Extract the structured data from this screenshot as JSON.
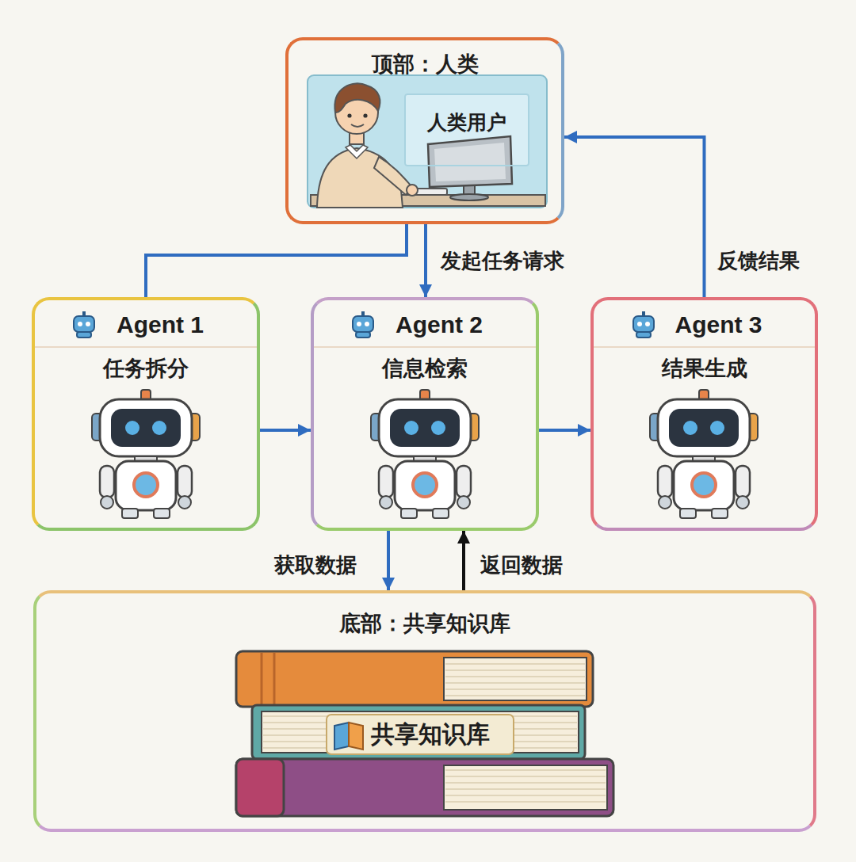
{
  "diagram": {
    "nodes": [
      {
        "text": [
          "顶部：人类"
        ]
      },
      {
        "text": [
          "人类用户"
        ],
        "in": 0
      },
      {
        "text": [
          "Agent 1",
          "任务拆分"
        ]
      },
      {
        "text": [
          "Agent 2",
          "信息检索"
        ]
      },
      {
        "text": [
          "Agent 3",
          "结果生成"
        ]
      },
      {
        "text": [
          "底部：共享知识库"
        ]
      }
    ],
    "edges": [
      {
        "from": 0,
        "to": 3,
        "arrow": "to",
        "label": "发起任务请求"
      },
      {
        "from": 0,
        "to": 2,
        "arrow": "none"
      },
      {
        "from": 2,
        "to": 3,
        "arrow": "to"
      },
      {
        "from": 3,
        "to": 4,
        "arrow": "to"
      },
      {
        "from": 4,
        "to": 0,
        "arrow": "to",
        "label": "反馈结果"
      },
      {
        "from": 3,
        "to": 5,
        "arrow": "to",
        "label": "获取数据"
      },
      {
        "from": 5,
        "to": 3,
        "arrow": "to",
        "label": "返回数据"
      }
    ],
    "labels": [
      "共享知识库"
    ]
  }
}
